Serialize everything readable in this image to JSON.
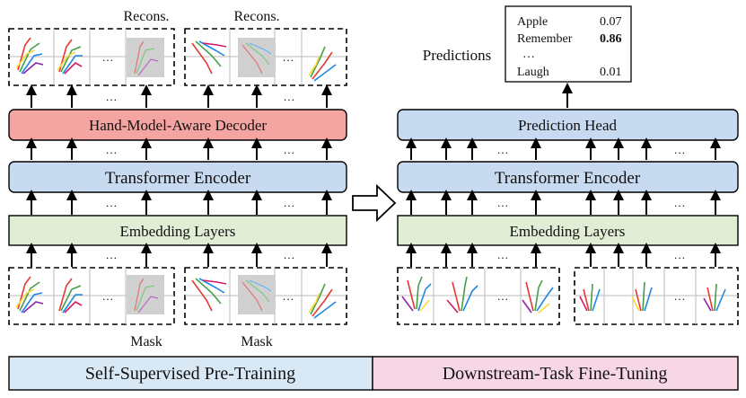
{
  "left": {
    "recons_labels": [
      "Recons.",
      "Recons."
    ],
    "decoder_label": "Hand-Model-Aware Decoder",
    "encoder_label": "Transformer Encoder",
    "embedding_label": "Embedding Layers",
    "mask_labels": [
      "Mask",
      "Mask"
    ],
    "ellipsis": "…"
  },
  "right": {
    "predictions_title": "Predictions",
    "predictions": [
      {
        "word": "Apple",
        "score": "0.07"
      },
      {
        "word": "Remember",
        "score": "0.86"
      },
      {
        "word": "…",
        "score": ""
      },
      {
        "word": "Laugh",
        "score": "0.01"
      }
    ],
    "head_label": "Prediction Head",
    "encoder_label": "Transformer Encoder",
    "embedding_label": "Embedding Layers",
    "ellipsis": "…"
  },
  "footer": {
    "pretrain_label": "Self-Supervised Pre-Training",
    "finetune_label": "Downstream-Task Fine-Tuning"
  },
  "colors": {
    "decoder_fill": "#f4a5a2",
    "encoder_fill": "#c7daef",
    "embedding_fill": "#e2edd6",
    "pretrain_fill": "#d9e8f5",
    "finetune_fill": "#f7d6e6",
    "mask_fill": "#d0d0d0",
    "stroke": "#000000"
  }
}
